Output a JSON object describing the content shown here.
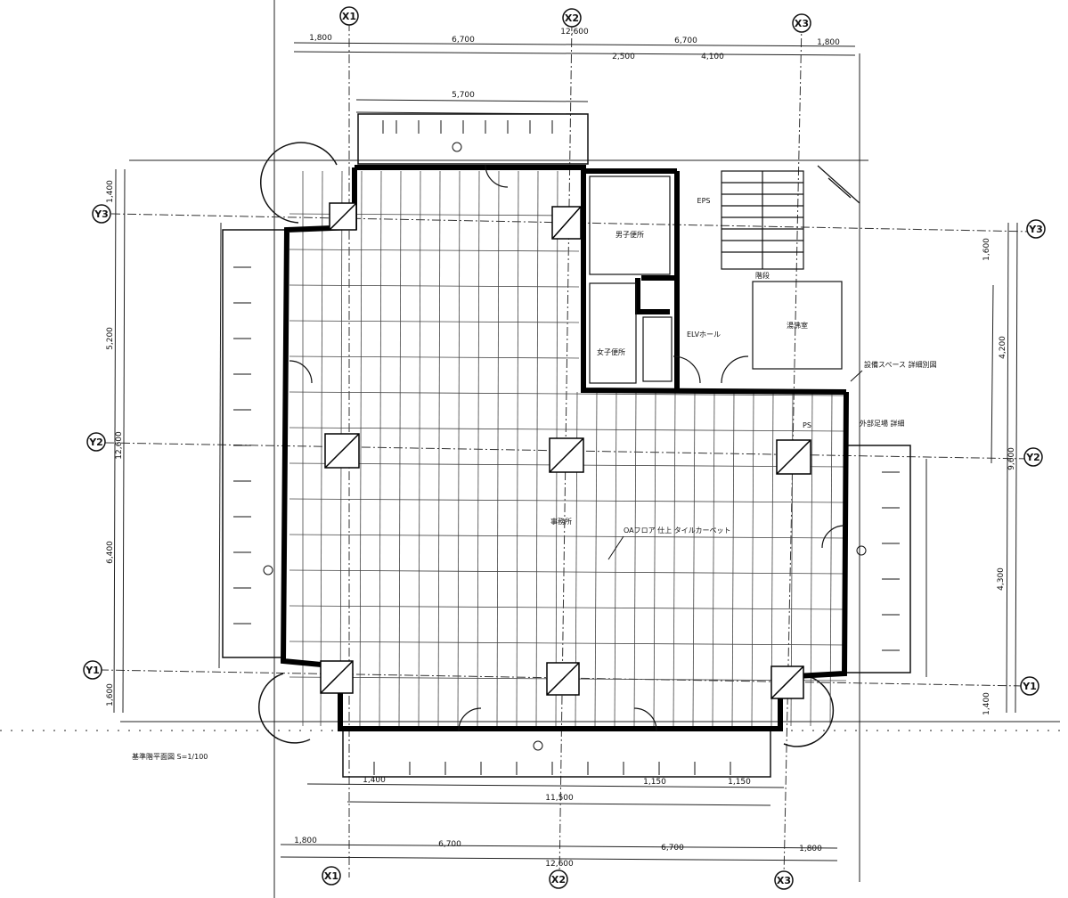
{
  "grid_axes": {
    "x": [
      {
        "id": "x1",
        "label": "X1"
      },
      {
        "id": "x2",
        "label": "X2"
      },
      {
        "id": "x3",
        "label": "X3"
      }
    ],
    "y": [
      {
        "id": "y1",
        "label": "Y1"
      },
      {
        "id": "y2",
        "label": "Y2"
      },
      {
        "id": "y3",
        "label": "Y3"
      }
    ]
  },
  "top_dimensions": {
    "overall": "12,600",
    "spans": [
      "6,700",
      "6,700"
    ],
    "left_margin": "1,800",
    "right_margin": "1,800",
    "sub": [
      "5,700",
      "2,500",
      "4,100"
    ]
  },
  "bottom_dimensions": {
    "overall": "12,600",
    "spans": [
      "6,700",
      "6,700"
    ],
    "left_margin": "1,800",
    "right_margin": "1,800",
    "inner": "11,500",
    "sub": [
      "1,400",
      "1,150",
      "1,150"
    ]
  },
  "left_dimensions": {
    "overall": "12,600",
    "spans": [
      "5,200",
      "6,400"
    ],
    "sub": [
      "1,400",
      "1,600"
    ]
  },
  "right_dimensions": {
    "overall": "9,600",
    "spans": [
      "4,200",
      "4,300"
    ],
    "sub": [
      "1,600",
      "1,400"
    ]
  },
  "rooms": {
    "office": "事務所",
    "wc_m": "男子便所",
    "wc_f": "女子便所",
    "eps": "EPS",
    "stair": "階段",
    "hall": "ELVホール",
    "pantry": "湯沸室",
    "shaft": "PS"
  },
  "notes": {
    "bottom_left": "基準階平面図 S=1/100",
    "right_note_1": "設備スペース 詳細別図",
    "right_note_2": "外部足場 詳細",
    "center_note": "OAフロア 仕上 タイルカーペット"
  }
}
